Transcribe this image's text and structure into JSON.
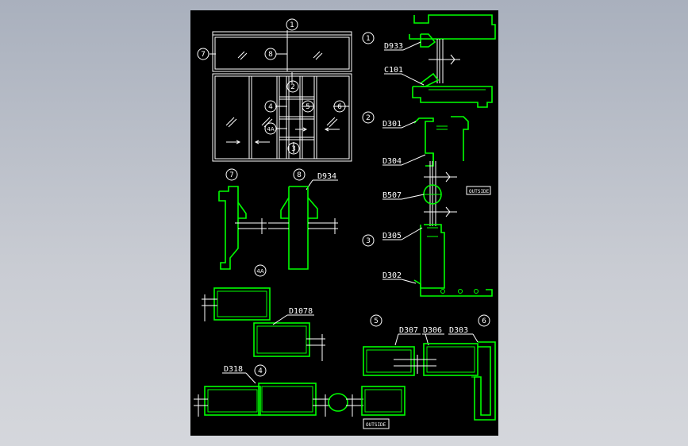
{
  "labels": {
    "d933": "D933",
    "c101": "C101",
    "d301": "D301",
    "d304": "D304",
    "b507": "B507",
    "d305": "D305",
    "d302": "D302",
    "d934": "D934",
    "d1078": "D1078",
    "d318": "D318",
    "d307": "D307",
    "d306": "D306",
    "d303": "D303",
    "outside_right": "OUTSIDE",
    "outside_bottom": "OUTSIDE"
  },
  "markers": {
    "m1_top": "1",
    "m7": "7",
    "m8": "8",
    "m2": "2",
    "m4": "4",
    "m5": "5",
    "m6": "6",
    "m4a": "4A",
    "m3": "3",
    "sec1": "1",
    "sec2": "2",
    "sec3": "3",
    "sec7": "7",
    "sec8": "8",
    "sec4a": "4A",
    "sec4": "4",
    "sec5": "5",
    "sec6": "6"
  },
  "colors": {
    "profile": "#00ff00",
    "linework": "#ffffff",
    "sheet": "#000000"
  }
}
